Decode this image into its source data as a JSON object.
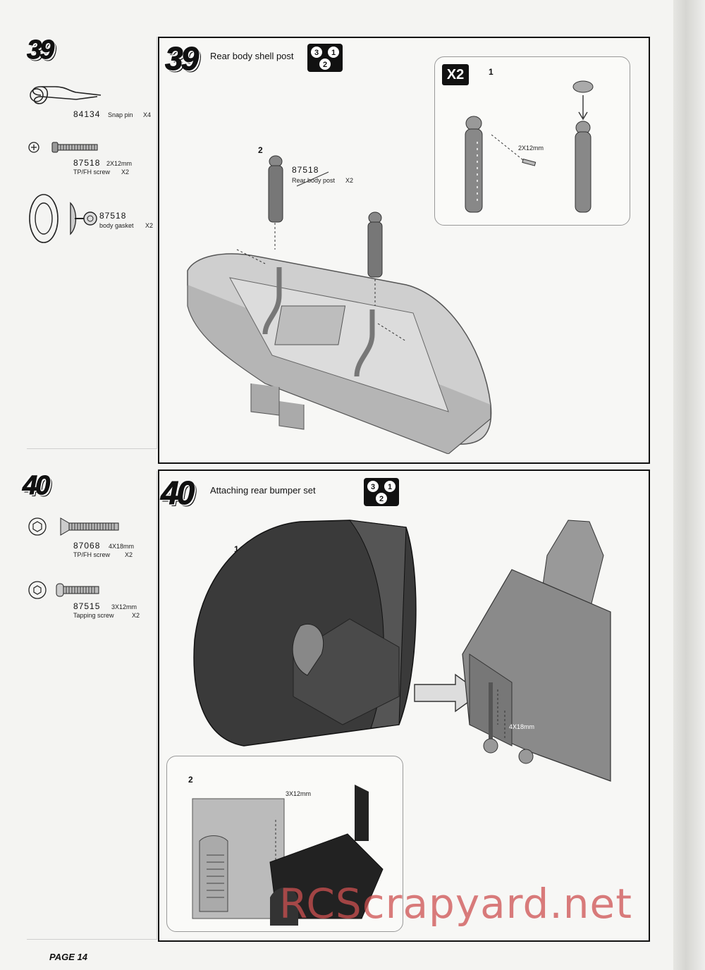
{
  "sections": [
    {
      "step": "39",
      "title": "Rear body shell post",
      "parts": [
        {
          "code": "84134",
          "desc": "Snap pin",
          "qty": "X4"
        },
        {
          "code": "87518",
          "desc": "2X12mm",
          "desc2": "TP/FH  screw",
          "qty": "X2"
        },
        {
          "code": "87518",
          "desc": "body gasket",
          "qty": "X2"
        }
      ],
      "callout_main": {
        "num": "2",
        "code": "87518",
        "desc": "Rear body post",
        "qty": "X2"
      },
      "subbox": {
        "badge": "X2",
        "num": "1",
        "screw": "2X12mm"
      }
    },
    {
      "step": "40",
      "title": "Attaching rear bumper set",
      "parts": [
        {
          "code": "87068",
          "desc": "4X18mm",
          "desc2": "TP/FH   screw",
          "qty": "X2"
        },
        {
          "code": "87515",
          "desc": "3X12mm",
          "desc2": "Tapping screw",
          "qty": "X2"
        }
      ],
      "main_num": "1",
      "screw_main": "4X18mm",
      "subbox": {
        "num": "2",
        "screw": "3X12mm"
      }
    }
  ],
  "badge_digits": [
    "3",
    "1",
    "2"
  ],
  "watermark": "RCScrapyard.net",
  "footer": "PAGE 14"
}
